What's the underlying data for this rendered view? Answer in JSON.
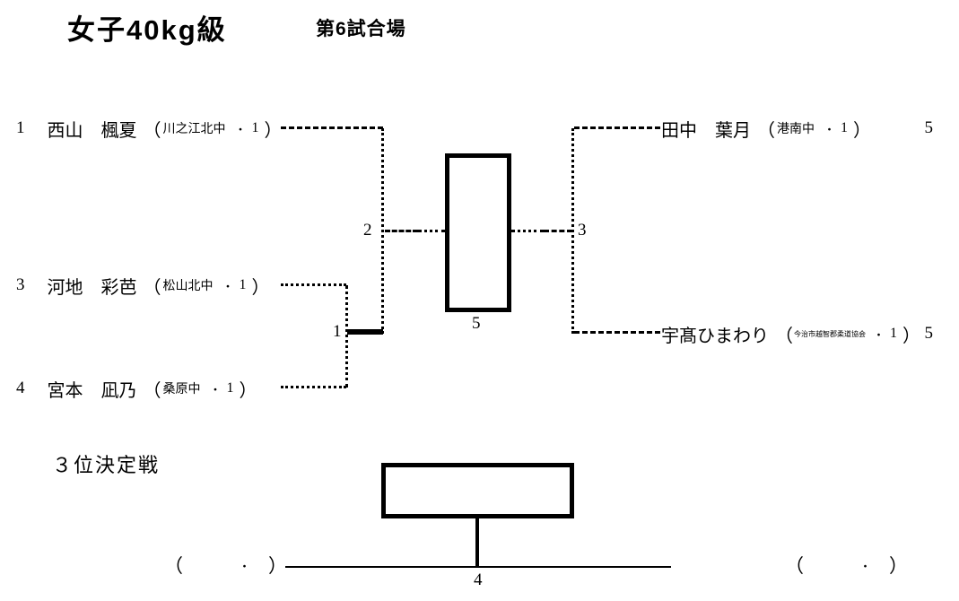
{
  "header": {
    "title": "女子40kg級",
    "venue": "第6試合場"
  },
  "punct": {
    "open": "（",
    "close": "）",
    "dot": "・"
  },
  "bracket": {
    "left_players": [
      {
        "draw": "1",
        "name": "西山　楓夏",
        "club": "川之江北中",
        "grade": "1"
      },
      {
        "draw": "3",
        "name": "河地　彩芭",
        "club": "松山北中",
        "grade": "1"
      },
      {
        "draw": "4",
        "name": "宮本　凪乃",
        "club": "桑原中",
        "grade": "1"
      }
    ],
    "right_players": [
      {
        "name": "田中　葉月",
        "club": "港南中",
        "grade": "1",
        "draw": "5"
      },
      {
        "name": "宇髙ひまわり",
        "club": "今治市越智郡柔道協会",
        "grade": "1",
        "draw": "5"
      }
    ],
    "match_labels": {
      "m1": "1",
      "m2": "2",
      "m3": "3",
      "m4": "4",
      "m5": "5"
    }
  },
  "third_place": {
    "title": "３位決定戦"
  }
}
